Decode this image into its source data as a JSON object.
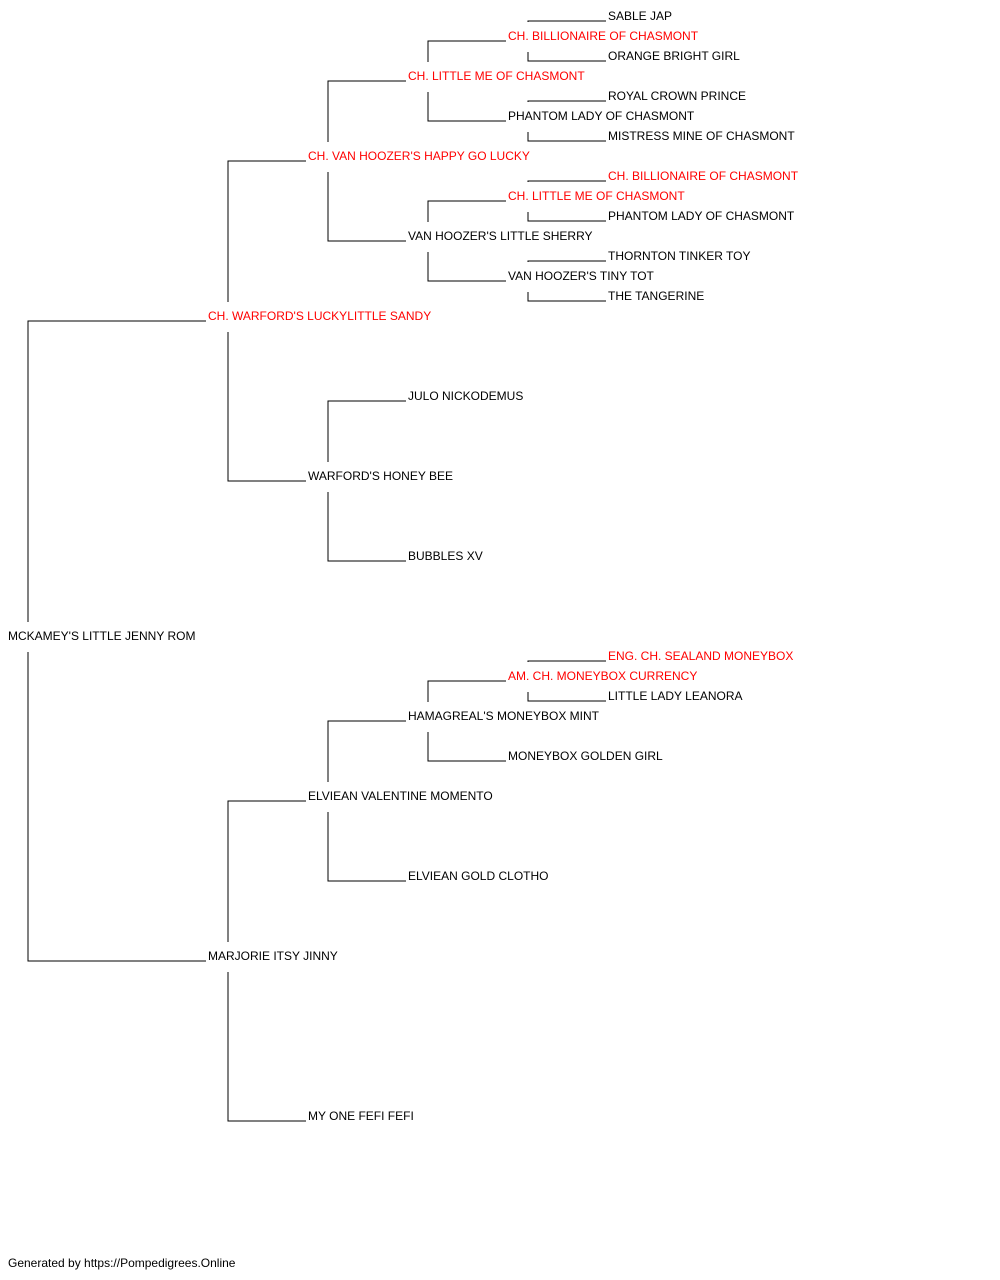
{
  "colors": {
    "champion": "#ff0000",
    "regular": "#000000",
    "line": "#000000"
  },
  "pedigree": {
    "subject": {
      "name": "MCKAMEY'S LITTLE JENNY ROM",
      "champion": false
    },
    "sire": {
      "name": "CH. WARFORD'S LUCKYLITTLE SANDY",
      "champion": true,
      "sire": {
        "name": "CH. VAN HOOZER'S HAPPY GO LUCKY",
        "champion": true,
        "sire": {
          "name": "CH. LITTLE ME OF CHASMONT",
          "champion": true,
          "sire": {
            "name": "CH. BILLIONAIRE OF CHASMONT",
            "champion": true,
            "sire": {
              "name": "SABLE JAP",
              "champion": false
            },
            "dam": {
              "name": "ORANGE BRIGHT GIRL",
              "champion": false
            }
          },
          "dam": {
            "name": "PHANTOM LADY OF CHASMONT",
            "champion": false,
            "sire": {
              "name": "ROYAL CROWN PRINCE",
              "champion": false
            },
            "dam": {
              "name": "MISTRESS MINE OF CHASMONT",
              "champion": false
            }
          }
        },
        "dam": {
          "name": "VAN HOOZER'S LITTLE SHERRY",
          "champion": false,
          "sire": {
            "name": "CH. LITTLE ME OF CHASMONT",
            "champion": true,
            "sire": {
              "name": "CH. BILLIONAIRE OF CHASMONT",
              "champion": true
            },
            "dam": {
              "name": "PHANTOM LADY OF CHASMONT",
              "champion": false
            }
          },
          "dam": {
            "name": "VAN HOOZER'S TINY TOT",
            "champion": false,
            "sire": {
              "name": "THORNTON TINKER TOY",
              "champion": false
            },
            "dam": {
              "name": "THE TANGERINE",
              "champion": false
            }
          }
        }
      },
      "dam": {
        "name": "WARFORD'S HONEY BEE",
        "champion": false,
        "sire": {
          "name": "JULO NICKODEMUS",
          "champion": false
        },
        "dam": {
          "name": "BUBBLES XV",
          "champion": false
        }
      }
    },
    "dam": {
      "name": "MARJORIE ITSY JINNY",
      "champion": false,
      "sire": {
        "name": "ELVIEAN VALENTINE MOMENTO",
        "champion": false,
        "sire": {
          "name": "HAMAGREAL'S MONEYBOX MINT",
          "champion": false,
          "sire": {
            "name": "AM. CH. MONEYBOX CURRENCY",
            "champion": true,
            "sire": {
              "name": "ENG. CH. SEALAND MONEYBOX",
              "champion": true
            },
            "dam": {
              "name": "LITTLE LADY LEANORA",
              "champion": false
            }
          },
          "dam": {
            "name": "MONEYBOX GOLDEN GIRL",
            "champion": false
          }
        },
        "dam": {
          "name": "ELVIEAN GOLD CLOTHO",
          "champion": false
        }
      },
      "dam": {
        "name": "MY ONE FEFI FEFI",
        "champion": false
      }
    }
  },
  "footer": {
    "text": "Generated by https://Pompedigrees.Online"
  }
}
